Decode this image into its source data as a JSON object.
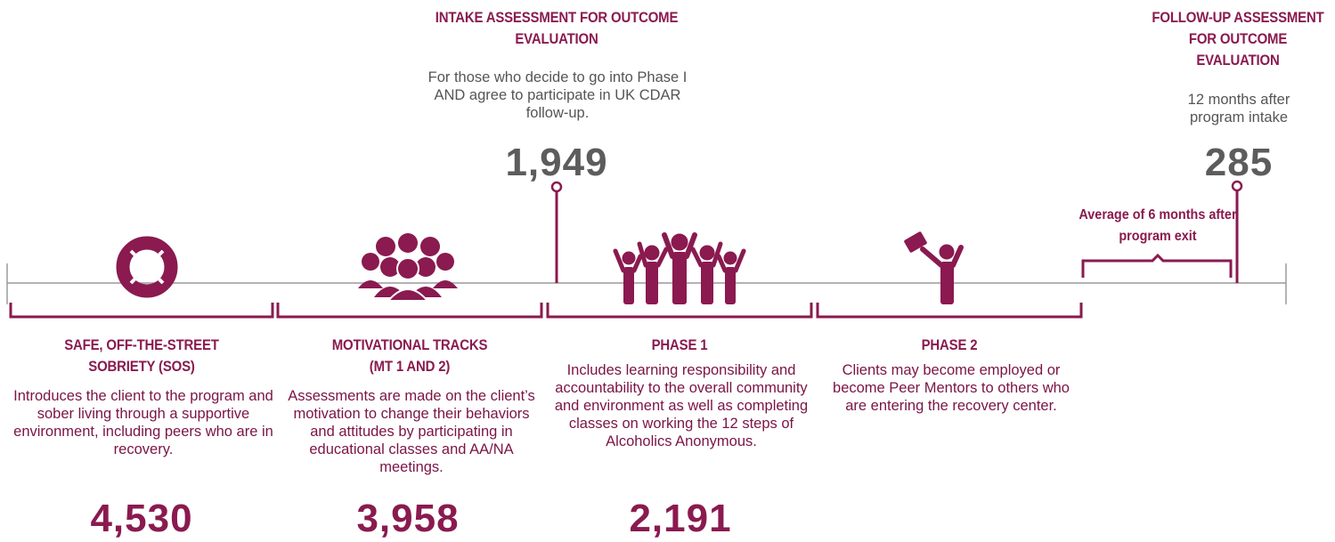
{
  "colors": {
    "accent": "#8a1a4f",
    "number_grey": "#5c5c5c",
    "text_grey": "#555555",
    "timeline": "#9a9a9a"
  },
  "milestones": [
    {
      "heading": "INTAKE ASSESSMENT FOR OUTCOME EVALUATION",
      "description": "For those who decide to go into Phase I AND agree to participate in UK CDAR follow-up.",
      "count": "1,949"
    },
    {
      "heading": "FOLLOW-UP ASSESSMENT FOR OUTCOME EVALUATION",
      "description": "12 months after program intake",
      "count": "285"
    }
  ],
  "gap_note": "Average of 6 months after program exit",
  "stages": [
    {
      "title_line1": "SAFE, OFF-THE-STREET",
      "title_line2": "SOBRIETY (SOS)",
      "description": "Introduces the client to the program and sober living through a supportive environment, including peers who are in recovery.",
      "count": "4,530",
      "icon": "lifebuoy-icon"
    },
    {
      "title_line1": "MOTIVATIONAL TRACKS",
      "title_line2": "(MT 1 AND 2)",
      "description": "Assessments are made on the client’s motivation to change their behaviors and attitudes by participating in educational classes and AA/NA meetings.",
      "count": "3,958",
      "icon": "group-of-people-icon"
    },
    {
      "title_line1": "PHASE 1",
      "title_line2": "",
      "description": "Includes learning responsibility and accountability to the overall community and environment as well as completing classes on working the 12 steps of Alcoholics Anonymous.",
      "count": "2,191",
      "icon": "celebrating-people-icon"
    },
    {
      "title_line1": "PHASE 2",
      "title_line2": "",
      "description": "Clients may become employed or become Peer Mentors to others who are entering the recovery center.",
      "count": "",
      "icon": "person-with-briefcase-icon"
    }
  ]
}
